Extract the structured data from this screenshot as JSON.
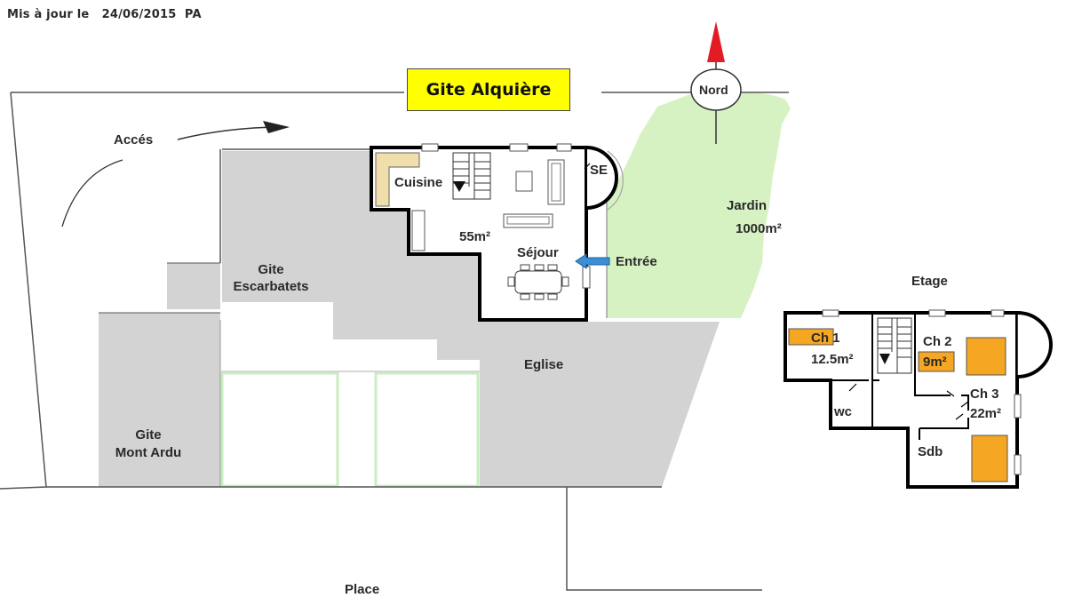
{
  "header": {
    "updated_prefix": "Mis à jour le",
    "updated_date": "24/06/2015",
    "updated_author": "PA"
  },
  "title": "Gite Alquière",
  "compass": {
    "label": "Nord",
    "color": "#e31b23"
  },
  "labels": {
    "acces": "Accés",
    "place": "Place",
    "eglise": "Eglise",
    "jardin": "Jardin",
    "jardin_area": "1000m²",
    "entree": "Entrée",
    "gite_escarbatets_1": "Gite",
    "gite_escarbatets_2": "Escarbatets",
    "gite_mont_ardu_1": "Gite",
    "gite_mont_ardu_2": "Mont Ardu"
  },
  "ground_floor": {
    "cuisine": "Cuisine",
    "sejour": "Séjour",
    "area": "55m²",
    "se": "SE"
  },
  "upper_floor": {
    "title": "Etage",
    "ch1_name": "Ch 1",
    "ch1_area": "12.5m²",
    "ch2_name": "Ch 2",
    "ch2_area": "9m²",
    "ch3_name": "Ch 3",
    "ch3_area": "22m²",
    "wc": "wc",
    "sdb": "Sdb"
  },
  "colors": {
    "garden": "#d7f2c2",
    "neighbour": "#d3d3d3",
    "bed": "#f5a623",
    "kitchen_counter": "#f0dfaa",
    "title_bg": "#ffff00",
    "arrow": "#3a8fd6"
  }
}
